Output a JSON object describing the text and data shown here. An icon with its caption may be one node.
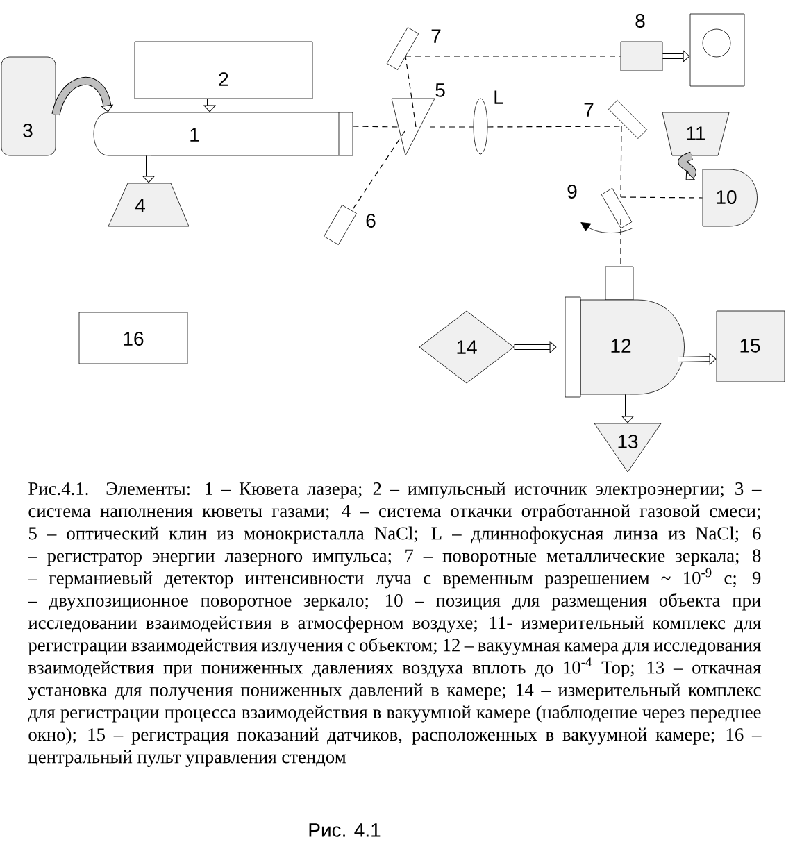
{
  "diagram": {
    "caption": "Рис.4.1. Элементы: 1 – Кювета лазера; 2 – импульсный источник электроэнергии; 3 – система наполнения кюветы газами; 4 – система откачки отработанной газовой смеси; 5 – оптический клин из монокристалла NaCl; L – длиннофокусная линза из NaCl; 6 – регистратор энергии лазерного импульса; 7 – поворотные металлические зеркала; 8 – германиевый детектор интенсивности луча с временным разрешением ~ 10$^{-9}$ с; 9 – двухпозиционное поворотное зеркало; 10 – позиция для размещения объекта при исследовании взаимодействия в атмосферном воздухе; 11- измерительный комплекс для регистрации взаимодействия излучения с объектом; 12 – вакуумная камера для исследования взаимодействия при пониженных давлениях воздуха вплоть до 10$^{-4}$ Тор; 13 – откачная установка для получения пониженных давлений в камере; 14 – измерительный комплекс для регистрации процесса взаимодействия в вакуумной камере (наблюдение через переднее окно); 15 – регистрация показаний датчиков, расположенных в вакуумной камере; 16 – центральный пульт управления стендом",
    "nodes": [
      {
        "text": [
          "3"
        ]
      },
      {
        "text": [
          "2"
        ]
      },
      {
        "text": [
          "1"
        ]
      },
      {
        "text": [
          "4"
        ]
      },
      {
        "text": [
          "7"
        ]
      },
      {
        "text": [
          "8"
        ]
      },
      {
        "text": [],
        "shape": "box"
      },
      {
        "text": [
          "5"
        ]
      },
      {
        "text": [
          "L"
        ]
      },
      {
        "text": [
          "6"
        ]
      },
      {
        "text": [
          "7"
        ]
      },
      {
        "text": [
          "11"
        ]
      },
      {
        "text": [
          "10"
        ]
      },
      {
        "text": [
          "9"
        ]
      },
      {
        "text": [
          "16"
        ]
      },
      {
        "text": [
          "14"
        ]
      },
      {
        "text": [
          "12"
        ]
      },
      {
        "text": [
          "15"
        ]
      },
      {
        "text": [
          "13"
        ]
      }
    ],
    "edges": [
      {
        "from": 0,
        "to": 2,
        "arrow": "to",
        "style": "thick"
      },
      {
        "from": 1,
        "to": 2,
        "arrow": "to",
        "style": "thick"
      },
      {
        "from": 2,
        "to": 3,
        "arrow": "to",
        "style": "thick"
      },
      {
        "from": 2,
        "to": 7,
        "arrow": "none",
        "style": "dashed"
      },
      {
        "from": 7,
        "to": 4,
        "arrow": "none",
        "style": "dashed"
      },
      {
        "from": 4,
        "to": 5,
        "arrow": "none",
        "style": "dashed"
      },
      {
        "from": 5,
        "to": 6,
        "arrow": "to",
        "style": "thick"
      },
      {
        "from": 7,
        "to": 9,
        "arrow": "none",
        "style": "dashed"
      },
      {
        "from": 7,
        "to": 8,
        "arrow": "none",
        "style": "dashed"
      },
      {
        "from": 8,
        "to": 10,
        "arrow": "none",
        "style": "dashed"
      },
      {
        "from": 10,
        "to": 13,
        "arrow": "none",
        "style": "dashed"
      },
      {
        "from": 13,
        "to": 12,
        "arrow": "none",
        "style": "dashed"
      },
      {
        "from": 13,
        "to": 16,
        "arrow": "none",
        "style": "dashed"
      },
      {
        "from": 11,
        "to": 12,
        "arrow": "to",
        "style": "thick"
      },
      {
        "from": 15,
        "to": 16,
        "arrow": "to",
        "style": "thick"
      },
      {
        "from": 16,
        "to": 17,
        "arrow": "to",
        "style": "thick"
      },
      {
        "from": 16,
        "to": 18,
        "arrow": "to",
        "style": "thick"
      }
    ],
    "labels": [
      "Рис. 4.1"
    ]
  }
}
